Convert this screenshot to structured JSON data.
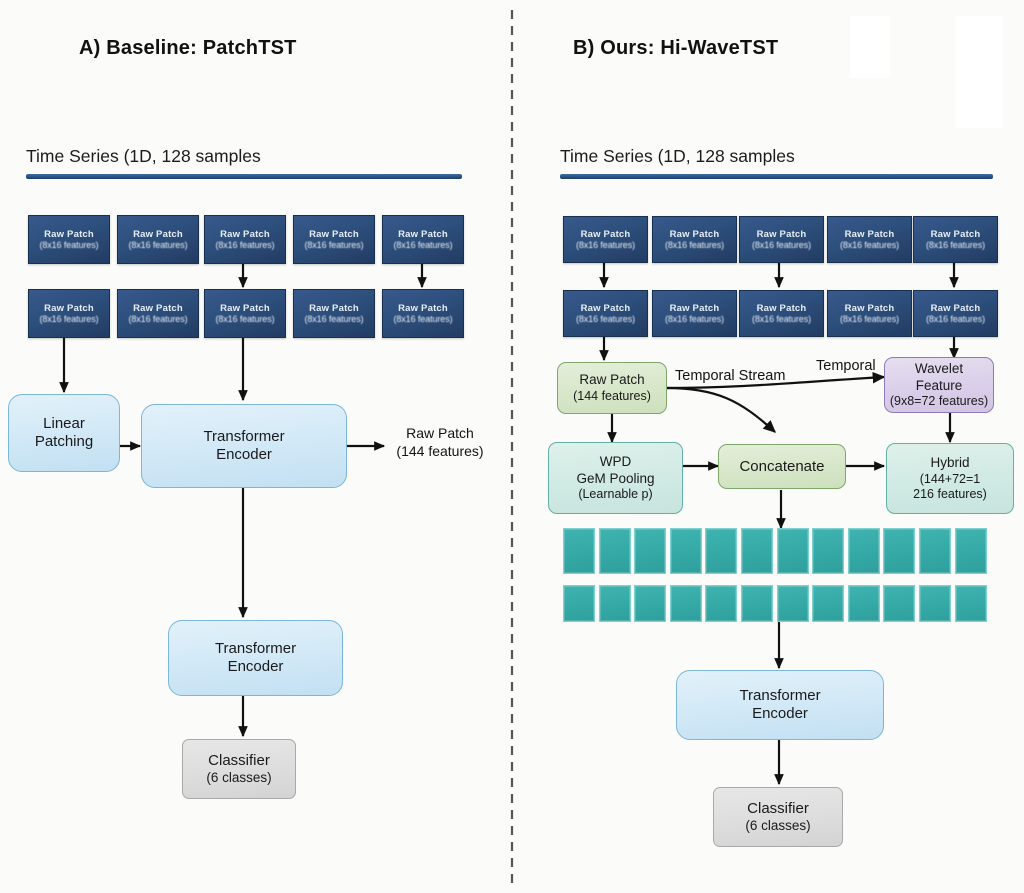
{
  "panels": [
    {
      "id": "baseline",
      "title": "A) Baseline: PatchTST",
      "series_label": "Time Series (1D, 128 samples",
      "patch_rows": [
        [
          {
            "line1": "Raw Patch",
            "line2": "(8x16 features)"
          },
          {
            "line1": "Raw Patch",
            "line2": "(8x16 features)"
          },
          {
            "line1": "Raw Patch",
            "line2": "(8x16 features)"
          },
          {
            "line1": "Raw Patch",
            "line2": "(8x16 features)"
          },
          {
            "line1": "Raw Patch",
            "line2": "(8x16 features)"
          }
        ],
        [
          {
            "line1": "Raw Patch",
            "line2": "(8x16 features)"
          },
          {
            "line1": "Raw Patch",
            "line2": "(8x16 features)"
          },
          {
            "line1": "Raw Patch",
            "line2": "(8x16 features)"
          },
          {
            "line1": "Raw Patch",
            "line2": "(8x16 features)"
          },
          {
            "line1": "Raw Patch",
            "line2": "(8x16 features)"
          }
        ]
      ],
      "nodes": {
        "linear_patching": {
          "line1": "Linear",
          "line2": "Patching"
        },
        "encoder_1": {
          "line1": "Transformer",
          "line2": "Encoder"
        },
        "encoder_2": {
          "line1": "Transformer",
          "line2": "Encoder"
        },
        "classifier": {
          "line1": "Classifier",
          "line2": "(6 classes)"
        }
      },
      "annotations": {
        "raw_patch_out": {
          "line1": "Raw Patch",
          "line2": "(144 features)"
        }
      }
    },
    {
      "id": "ours",
      "title": "B) Ours: Hi-WaveTST",
      "series_label": "Time Series (1D, 128 samples",
      "patch_rows": [
        [
          {
            "line1": "Raw Patch",
            "line2": "(8x16 features)"
          },
          {
            "line1": "Raw Patch",
            "line2": "(8x16 features)"
          },
          {
            "line1": "Raw Patch",
            "line2": "(8x16 features)"
          },
          {
            "line1": "Raw Patch",
            "line2": "(8x16 features)"
          },
          {
            "line1": "Raw Patch",
            "line2": "(8x16 features)"
          }
        ],
        [
          {
            "line1": "Raw Patch",
            "line2": "(8x16 features)"
          },
          {
            "line1": "Raw Patch",
            "line2": "(8x16 features)"
          },
          {
            "line1": "Raw Patch",
            "line2": "(8x16 features)"
          },
          {
            "line1": "Raw Patch",
            "line2": "(8x16 features)"
          },
          {
            "line1": "Raw Patch",
            "line2": "(8x16 features)"
          }
        ]
      ],
      "nodes": {
        "raw_patch": {
          "line1": "Raw Patch",
          "line2": "(144 features)"
        },
        "wpd_pooling": {
          "line1": "WPD",
          "line2": "GeM Pooling",
          "line3": "(Learnable p)"
        },
        "concatenate": {
          "line1": "Concatenate"
        },
        "wavelet_feature": {
          "line1": "Wavelet",
          "line2": "Feature",
          "line3": "(9x8=72 features)"
        },
        "hybrid": {
          "line1": "Hybrid",
          "line2": "(144+72=1",
          "line3": "216 features)"
        },
        "encoder": {
          "line1": "Transformer",
          "line2": "Encoder"
        },
        "classifier": {
          "line1": "Classifier",
          "line2": "(6 classes)"
        }
      },
      "edge_labels": {
        "temporal_stream": "Temporal  Stream",
        "temporal": "Temporal"
      },
      "token_grid": {
        "rows": 2,
        "cols": 12
      }
    }
  ],
  "colors": {
    "patch_fill": "#2d4f7c",
    "patch_border": "#17314f",
    "blue_node_fill": "#cfe7f6",
    "blue_node_border": "#7cb6d8",
    "gray_node_fill": "#dcdcdc",
    "gray_node_border": "#a9a9a9",
    "green_node_fill": "#d6e6c8",
    "green_node_border": "#7ea76a",
    "mint_node_fill": "#cfe9e3",
    "mint_node_border": "#63b0a6",
    "purple_node_fill": "#d9cde9",
    "purple_node_border": "#9178b8",
    "token_fill": "#34a9a6",
    "series_bar": "#2b5384",
    "arrow": "#111111",
    "divider": "#555555",
    "background": "#fbfbfa"
  }
}
